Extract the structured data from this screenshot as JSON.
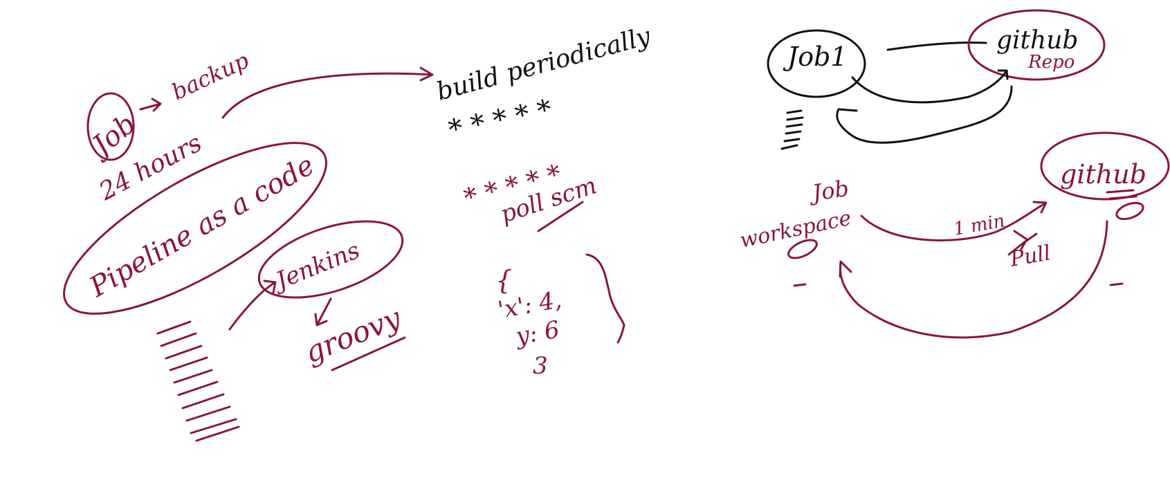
{
  "colors": {
    "red_ink": "#8a1538",
    "black_ink": "#111111",
    "background": "#ffffff"
  },
  "left_notes": {
    "job": "Job",
    "backup": "backup",
    "hours": "24 hours",
    "build_periodically": "build periodically",
    "stars_black": "* * * * *",
    "stars_red": "* * * * *",
    "poll_scm": "poll scm",
    "pipeline": "Pipeline as a code",
    "jenkins": "Jenkins",
    "groovy": "groovy",
    "json_open": "{",
    "json_x": "'x': 4,",
    "json_y": "y: 6",
    "json_close": "3"
  },
  "right_notes": {
    "job1": "Job1",
    "github_repo_title": "github",
    "github_repo_sub": "Repo",
    "github2": "github",
    "job_label": "Job",
    "workspace": "workspace",
    "one_min": "1 min",
    "pull": "Pull"
  }
}
